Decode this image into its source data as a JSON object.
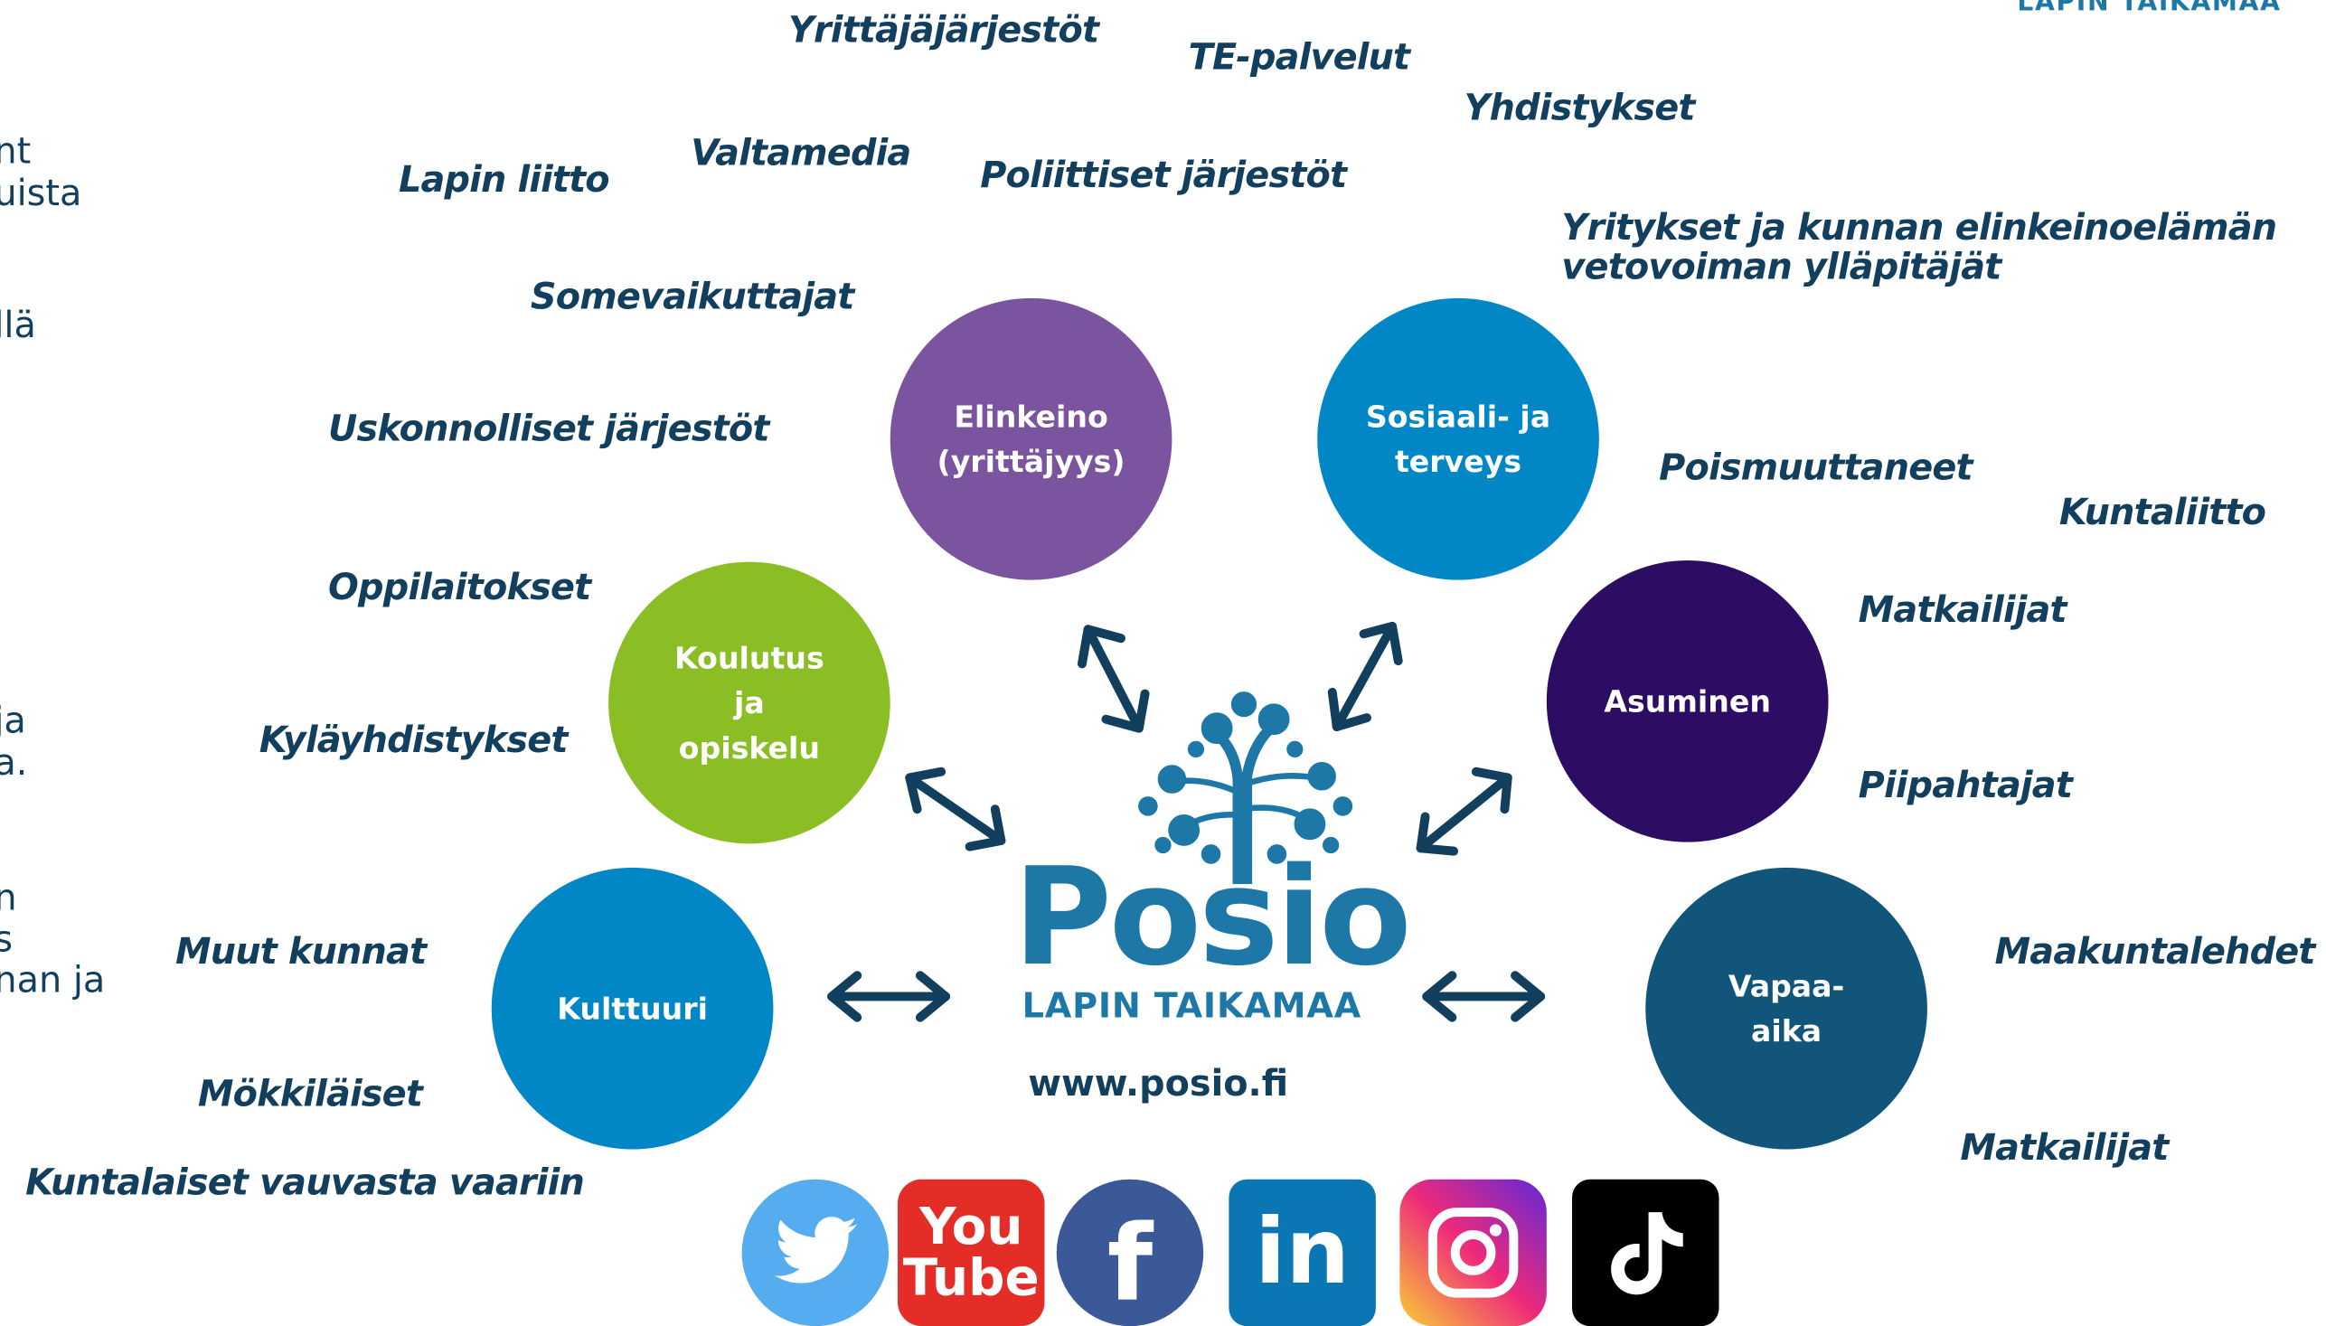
{
  "corner_logo_text": "LAPIN TAIKAMAA",
  "left_text_fragments": [
    "nt\nuista",
    "llä",
    "ja\na.",
    "n\ns\nnan ja"
  ],
  "brand": {
    "name": "Posio",
    "tagline": "LAPIN TAIKAMAA",
    "url": "www.posio.fi"
  },
  "hubs": [
    {
      "label": "Elinkeino\n(yrittäjyys)",
      "color": "#7b549f"
    },
    {
      "label": "Sosiaali- ja\nterveys",
      "color": "#0287c6"
    },
    {
      "label": "Koulutus\nja\nopiskelu",
      "color": "#8bbd24"
    },
    {
      "label": "Asuminen",
      "color": "#2d0d63"
    },
    {
      "label": "Kulttuuri",
      "color": "#0287c6"
    },
    {
      "label": "Vapaa-\naika",
      "color": "#11557a"
    }
  ],
  "stakeholders": [
    "Yrittäjäjärjestöt",
    "TE-palvelut",
    "Yhdistykset",
    "Lapin liitto",
    "Valtamedia",
    "Poliittiset järjestöt",
    "Yritykset ja kunnan elinkeinoelämän\nvetovoiman ylläpitäjät",
    "Somevaikuttajat",
    "Uskonnolliset järjestöt",
    "Poismuuttaneet",
    "Kuntaliitto",
    "Oppilaitokset",
    "Matkailijat",
    "Kyläyhdistykset",
    "Piipahtajat",
    "Muut kunnat",
    "Maakuntalehdet",
    "Mökkiläiset",
    "Matkailijat",
    "Kuntalaiset vauvasta vaariin"
  ],
  "social_icons": [
    {
      "icon": "twitter-icon",
      "color": "#55acee"
    },
    {
      "icon": "youtube-icon",
      "color": "#e52d27",
      "text_top": "You",
      "text_bottom": "Tube"
    },
    {
      "icon": "facebook-icon",
      "color": "#3b5998",
      "text": "f"
    },
    {
      "icon": "linkedin-icon",
      "color": "#0a76b4",
      "text": "in"
    },
    {
      "icon": "instagram-icon",
      "color": "#d62976"
    },
    {
      "icon": "tiktok-icon",
      "color": "#000000"
    }
  ],
  "arrow_color": "#123f5e"
}
